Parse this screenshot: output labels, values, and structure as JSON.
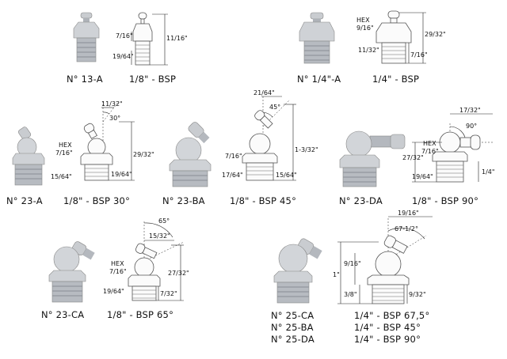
{
  "fittings": {
    "f13a": {
      "code": "N° 13-A",
      "spec": "1/8\" - BSP",
      "dims": {
        "hex": "7/16\"",
        "height": "11/16\"",
        "thread": "19/64\""
      }
    },
    "f14a": {
      "code": "N° 1/4\"-A",
      "spec": "1/4\" - BSP",
      "dims": {
        "hex_label": "HEX",
        "hex": "9/16\"",
        "height": "29/32\"",
        "thread_left": "11/32\"",
        "thread_right": "7/16\""
      }
    },
    "f23a": {
      "code": "N° 23-A",
      "spec": "1/8\" - BSP 30°",
      "dims": {
        "top": "11/32\"",
        "angle": "30°",
        "hex_label": "HEX",
        "hex": "7/16\"",
        "height": "29/32\"",
        "thread_left": "15/64\"",
        "thread_right": "19/64\""
      }
    },
    "f23ba": {
      "code": "N° 23-BA",
      "spec": "1/8\" - BSP 45°",
      "dims": {
        "top": "21/64\"",
        "angle": "45°",
        "hex": "7/16\"",
        "height": "1-3/32\"",
        "thread_left": "17/64\"",
        "thread_right": "15/64\""
      }
    },
    "f23da": {
      "code": "N° 23-DA",
      "spec": "1/8\" - BSP 90°",
      "dims": {
        "top": "17/32\"",
        "angle": "90°",
        "hex_label": "HEX",
        "hex": "7/16\"",
        "height": "27/32\"",
        "thread_left": "19/64\"",
        "thread_right": "1/4\""
      }
    },
    "f23ca": {
      "code": "N° 23-CA",
      "spec": "1/8\" - BSP 65°",
      "dims": {
        "angle": "65°",
        "top": "15/32\"",
        "hex_label": "HEX",
        "hex": "7/16\"",
        "height": "27/32\"",
        "thread_left": "19/64\"",
        "thread_right": "7/32\""
      }
    },
    "f25": {
      "codes": [
        "N° 25-CA",
        "N° 25-BA",
        "N° 25-DA"
      ],
      "specs": [
        "1/4\" - BSP 67,5°",
        "1/4\" - BSP 45°",
        "1/4\" - BSP 90°"
      ],
      "dims": {
        "top": "19/16\"",
        "angle": "67-1/2°",
        "hex": "9/16\"",
        "height": "1\"",
        "thread_left": "3/8\"",
        "thread_right": "9/32\""
      }
    }
  }
}
